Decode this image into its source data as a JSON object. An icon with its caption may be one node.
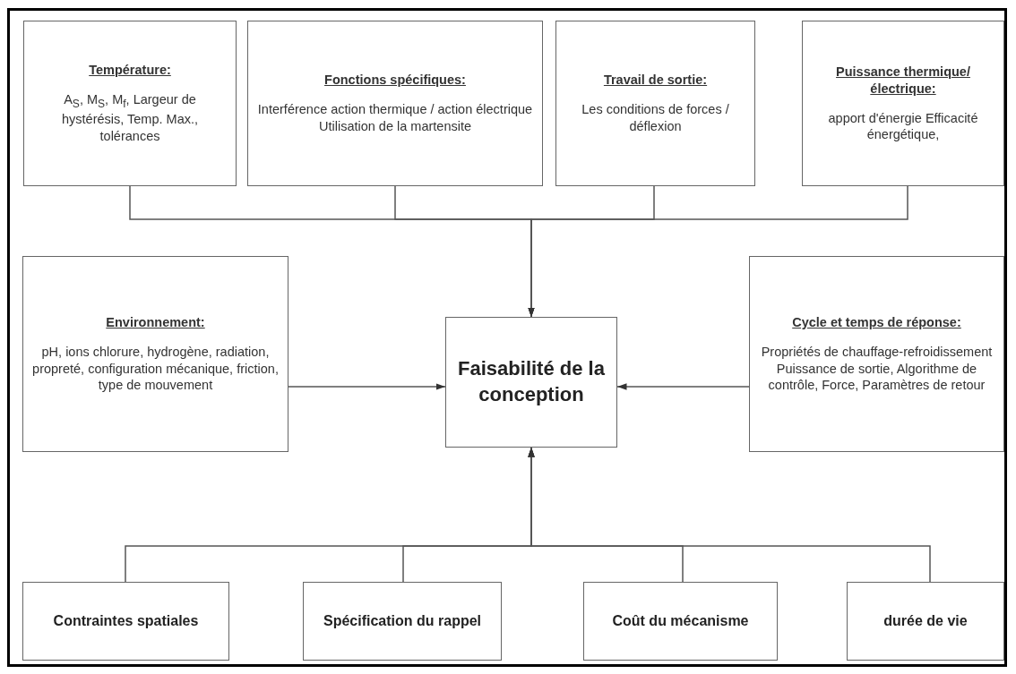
{
  "diagram": {
    "nodes": [
      {
        "text": [
          "Température:",
          "A$_{S}$, M$_{S}$, M$_{f}$, Largeur de hystérésis, Temp. Max., tolérances"
        ]
      },
      {
        "text": [
          "Fonctions spécifiques:",
          "Interférence action thermique / action électrique Utilisation de la martensite"
        ]
      },
      {
        "text": [
          "Travail de sortie:",
          "Les conditions de forces / déflexion"
        ]
      },
      {
        "text": [
          "Puissance thermique/électrique:",
          "apport d'énergie Efficacité énergétique,"
        ]
      },
      {
        "text": [
          "Environnement:",
          "pH, ions chlorure, hydrogène, radiation, propreté, configuration mécanique, friction, type de mouvement"
        ]
      },
      {
        "text": [
          "Faisabilité de la conception"
        ]
      },
      {
        "text": [
          "Cycle et temps de réponse:",
          "Propriétés de chauffage-refroidissement Puissance de sortie, Algorithme de contrôle, Force, Paramètres de retour"
        ]
      },
      {
        "text": [
          "Contraintes spatiales"
        ]
      },
      {
        "text": [
          "Spécification du rappel"
        ]
      },
      {
        "text": [
          "Coût du mécanisme"
        ]
      },
      {
        "text": [
          "durée de vie"
        ]
      }
    ],
    "edges": [
      {
        "from": 0,
        "to": 5,
        "arrow": "to"
      },
      {
        "from": 1,
        "to": 5,
        "arrow": "to"
      },
      {
        "from": 2,
        "to": 5,
        "arrow": "to"
      },
      {
        "from": 3,
        "to": 5,
        "arrow": "to"
      },
      {
        "from": 4,
        "to": 5,
        "arrow": "to"
      },
      {
        "from": 6,
        "to": 5,
        "arrow": "to"
      },
      {
        "from": 7,
        "to": 5,
        "arrow": "to"
      },
      {
        "from": 8,
        "to": 5,
        "arrow": "to"
      },
      {
        "from": 9,
        "to": 5,
        "arrow": "to"
      },
      {
        "from": 10,
        "to": 5,
        "arrow": "to"
      }
    ]
  }
}
